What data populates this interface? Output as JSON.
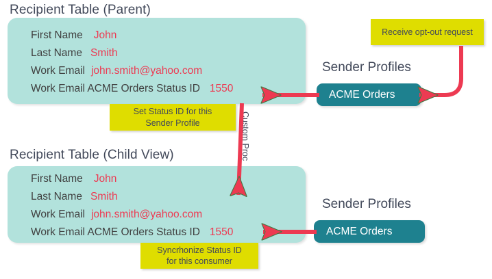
{
  "diagram": {
    "title_parent": "Recipient Table (Parent)",
    "title_child": "Recipient Table (Child View)",
    "sender_profiles_heading_top": "Sender Profiles",
    "sender_profiles_heading_bottom": "Sender Profiles",
    "custom_proc_label": "Custom Proc"
  },
  "parent_table": {
    "rows": [
      {
        "label": "First Name",
        "value": "John"
      },
      {
        "label": "Last Name",
        "value": "Smith"
      },
      {
        "label": "Work Email",
        "value": "john.smith@yahoo.com"
      },
      {
        "label": "Work Email ACME Orders Status ID",
        "value": "1550"
      }
    ]
  },
  "child_table": {
    "rows": [
      {
        "label": "First Name",
        "value": "John"
      },
      {
        "label": "Last Name",
        "value": "Smith"
      },
      {
        "label": "Work Email",
        "value": "john.smith@yahoo.com"
      },
      {
        "label": "Work Email ACME Orders Status ID",
        "value": "1550"
      }
    ]
  },
  "sender_profiles": {
    "top_pill_label": "ACME Orders",
    "bottom_pill_label": "ACME Orders"
  },
  "callouts": {
    "opt_out": "Receive opt-out request",
    "set_status_line1": "Set Status ID for this",
    "set_status_line2": "Sender Profile",
    "sync_line1": "Syncrhonize Status ID",
    "sync_line2": "for this consumer"
  },
  "colors": {
    "panel_fill": "#b2e2dc",
    "pill_fill": "#1e818f",
    "callout_fill": "#dfdd00",
    "arrow_red": "#ed3a52",
    "value_red": "#ed3a52",
    "label_gray": "#404040",
    "title_slate": "#414859",
    "background": "#ffffff"
  }
}
